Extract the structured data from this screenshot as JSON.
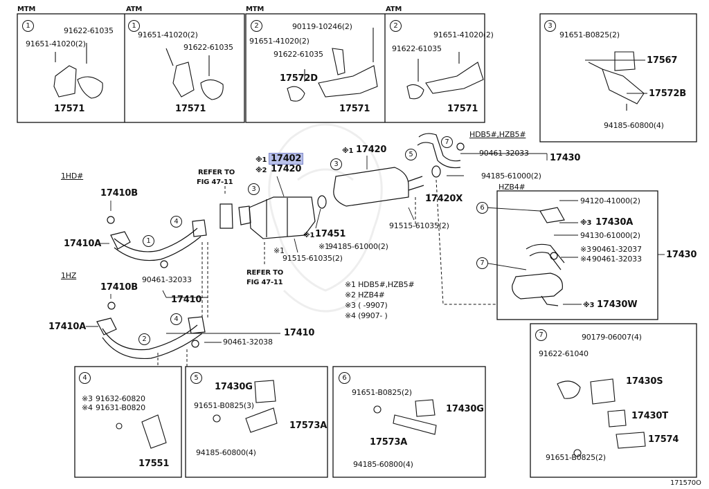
{
  "diagram": {
    "page_code": "171570O",
    "panels": {
      "p1_mtm": {
        "tag": "MTM",
        "num": "1",
        "parts": [
          "91622-61035",
          "91651-41020(2)",
          "17571"
        ]
      },
      "p1_atm": {
        "tag": "ATM",
        "num": "1",
        "parts": [
          "91651-41020(2)",
          "91622-61035",
          "17571"
        ]
      },
      "p2_mtm": {
        "tag": "MTM",
        "num": "2",
        "parts": [
          "90119-10246(2)",
          "91651-41020(2)",
          "91622-61035",
          "17572D",
          "17571"
        ]
      },
      "p2_atm": {
        "tag": "ATM",
        "num": "2",
        "parts": [
          "91651-41020(2)",
          "91622-61035",
          "17571"
        ]
      },
      "p3": {
        "num": "3",
        "parts": [
          "91651-B0825(2)",
          "17567",
          "17572B",
          "94185-60800(4)"
        ]
      },
      "p4": {
        "num": "4",
        "mark3": "※3",
        "mark4": "※4",
        "parts": [
          "91632-60820",
          "91631-B0820",
          "17551"
        ]
      },
      "p5": {
        "num": "5",
        "parts": [
          "17430G",
          "91651-B0825(3)",
          "17573A",
          "94185-60800(4)"
        ]
      },
      "p6": {
        "num": "6",
        "parts": [
          "91651-B0825(2)",
          "17430G",
          "17573A",
          "94185-60800(4)"
        ]
      },
      "p7": {
        "num": "7",
        "parts": [
          "90179-06007(4)",
          "91622-61040",
          "17430S",
          "17430T",
          "17574",
          "91651-B0825(2)"
        ]
      }
    },
    "main": {
      "engine_1hd": "1HD#",
      "engine_1hz": "1HZ",
      "hdb_label": "HDB5#,HZB5#",
      "hzb4_label": "HZB4#",
      "refer1": [
        "REFER TO",
        "FIG 47-11"
      ],
      "refer2": [
        "REFER TO",
        "FIG 47-11"
      ],
      "m1": "※1",
      "m2": "※2",
      "m3": "※3",
      "m4": "※4",
      "p17402": "17402",
      "p17420a": "17420",
      "p17420b": "17420",
      "p17420x": "17420X",
      "p17451": "17451",
      "p17410b_1": "17410B",
      "p17410a_1": "17410A",
      "p17410b_2": "17410B",
      "p17410a_2": "17410A",
      "p90461_32033a": "90461-32033",
      "p17410_1": "17410",
      "p90461_32038": "90461-32038",
      "p17410_2": "17410",
      "p91515_a": "91515-61035(2)",
      "p91515_b": "91515-61035(2)",
      "p94185_61000a": "94185-61000(2)",
      "p94185_61000b": "94185-61000(2)",
      "p90461_32033b": "90461-32033",
      "p17430a": "17430",
      "p94120": "94120-41000(2)",
      "p17430A": "17430A",
      "p94130": "94130-61000(2)",
      "p90461_32037": "90461-32037",
      "p90461_32033c": "90461-32033",
      "p17430b": "17430",
      "p17430W": "17430W",
      "notes": [
        "※1 HDB5#,HZB5#",
        "※2 HZB4#",
        "※3 (    -9907)",
        "※4 (9907-    )"
      ]
    }
  }
}
